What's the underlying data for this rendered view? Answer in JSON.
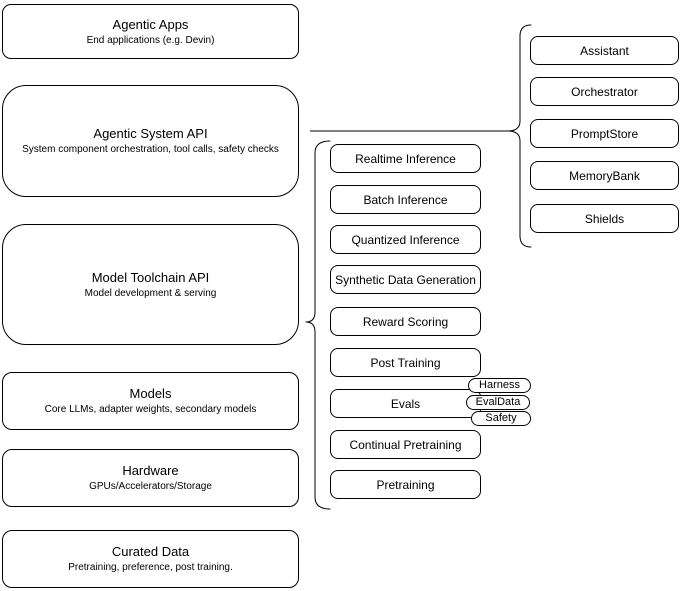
{
  "colors": {
    "stroke": "#000000",
    "fill": "#ffffff",
    "text": "#000000"
  },
  "left_stack": {
    "boxes": [
      {
        "title": "Agentic Apps",
        "subtitle": "End applications (e.g. Devin)"
      },
      {
        "title": "Agentic System API",
        "subtitle": "System component orchestration, tool calls, safety checks"
      },
      {
        "title": "Model Toolchain API",
        "subtitle": "Model development & serving"
      },
      {
        "title": "Models",
        "subtitle": "Core LLMs, adapter weights, secondary models"
      },
      {
        "title": "Hardware",
        "subtitle": "GPUs/Accelerators/Storage"
      },
      {
        "title": "Curated Data",
        "subtitle": "Pretraining, preference, post training."
      }
    ]
  },
  "toolchain_stack": {
    "items": [
      {
        "label": "Realtime Inference"
      },
      {
        "label": "Batch Inference"
      },
      {
        "label": "Quantized Inference"
      },
      {
        "label": "Synthetic Data Generation"
      },
      {
        "label": "Reward Scoring"
      },
      {
        "label": "Post Training"
      },
      {
        "label": "Evals"
      },
      {
        "label": "Continual Pretraining"
      },
      {
        "label": "Pretraining"
      }
    ]
  },
  "eval_tags": [
    {
      "label": "Harness"
    },
    {
      "label": "EvalData"
    },
    {
      "label": "Safety"
    }
  ],
  "system_components": {
    "items": [
      {
        "label": "Assistant"
      },
      {
        "label": "Orchestrator"
      },
      {
        "label": "PromptStore"
      },
      {
        "label": "MemoryBank"
      },
      {
        "label": "Shields"
      }
    ]
  }
}
